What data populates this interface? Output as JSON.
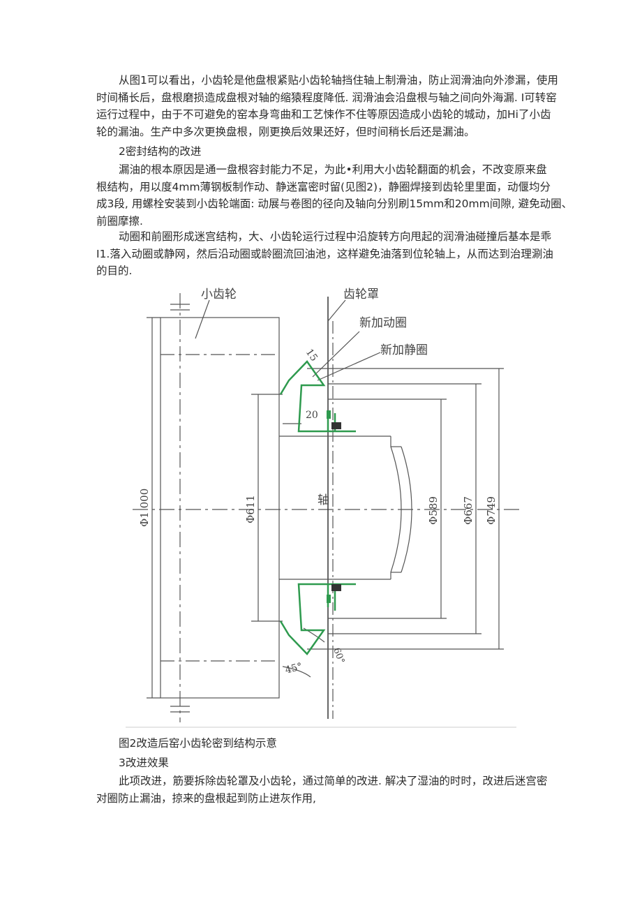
{
  "section1": {
    "lines": [
      "从图1可以看出，小齿轮是他盘根紧贴小齿轮轴挡住轴上制滑油，防止润滑油向外渗漏，使用",
      "时间桶长后，盘根磨损造成盘根对轴的缩猿程度降低. 润滑油会沿盘根与轴之间向外海漏. I可转窑",
      "运行过程中，由于不可避免的窑本身弯曲和工艺悚作不住等原因造成小齿轮的城动，加Hi了小齿",
      "轮的漏油。生产中多次更换盘根，刚更换后效果还好，但时间稍长后还是漏油。"
    ]
  },
  "heading2": "2密封结构的改进",
  "section2": {
    "lines": [
      "漏油的根本原因是通一盘根容封能力不足，为此•利用大小齿轮翻面的机会，不改变原来盘",
      "根结构，用以度4mm薄钢板制作动、静迷富密时留(见图2)，静圈焊接到齿轮里里面，动偃均分",
      "成3段, 用螺栓安装到小齿轮端面: 动展与卷图的径向及轴向分别刷15mm和20mm间隙, 避免动圈、",
      "前圈摩擦."
    ]
  },
  "section3": {
    "lines": [
      "动圈和前圈形成迷宫结构，大、小齿轮运行过程中沿旋转方向甩起的润滑油碰撞后基本是乖",
      "I1.落入动圈或静网，然后沿动圈或龄圈流回油池，这样避免油落到位轮轴上，从而达到治理涮油",
      "的目的."
    ]
  },
  "figure": {
    "labels": {
      "small_gear": "小齿轮",
      "gear_cover": "齿轮罩",
      "new_moving_ring": "新加动圈",
      "new_static_ring": "新加静圈",
      "shaft": "轴",
      "dim_15": "15",
      "dim_20": "20",
      "dim_1000": "Φ1 000",
      "dim_611": "Φ611",
      "dim_589": "Φ589",
      "dim_667": "Φ667",
      "dim_749": "Φ749",
      "angle_60": "60°",
      "angle_45": "45°"
    },
    "caption": "图2改造后窑小齿轮密到结构示意"
  },
  "heading3": "3改进效果",
  "section4": {
    "lines": [
      "此项改进，筋要拆除齿轮罩及小齿轮，通过简单的改进. 解决了湿油的时时，改进后迷宫密",
      "对圈防止漏油，掠来的盘根起到防止进灰作用,"
    ]
  },
  "colors": {
    "ring_green": "#2e9a4e",
    "line_dark": "#555555"
  }
}
